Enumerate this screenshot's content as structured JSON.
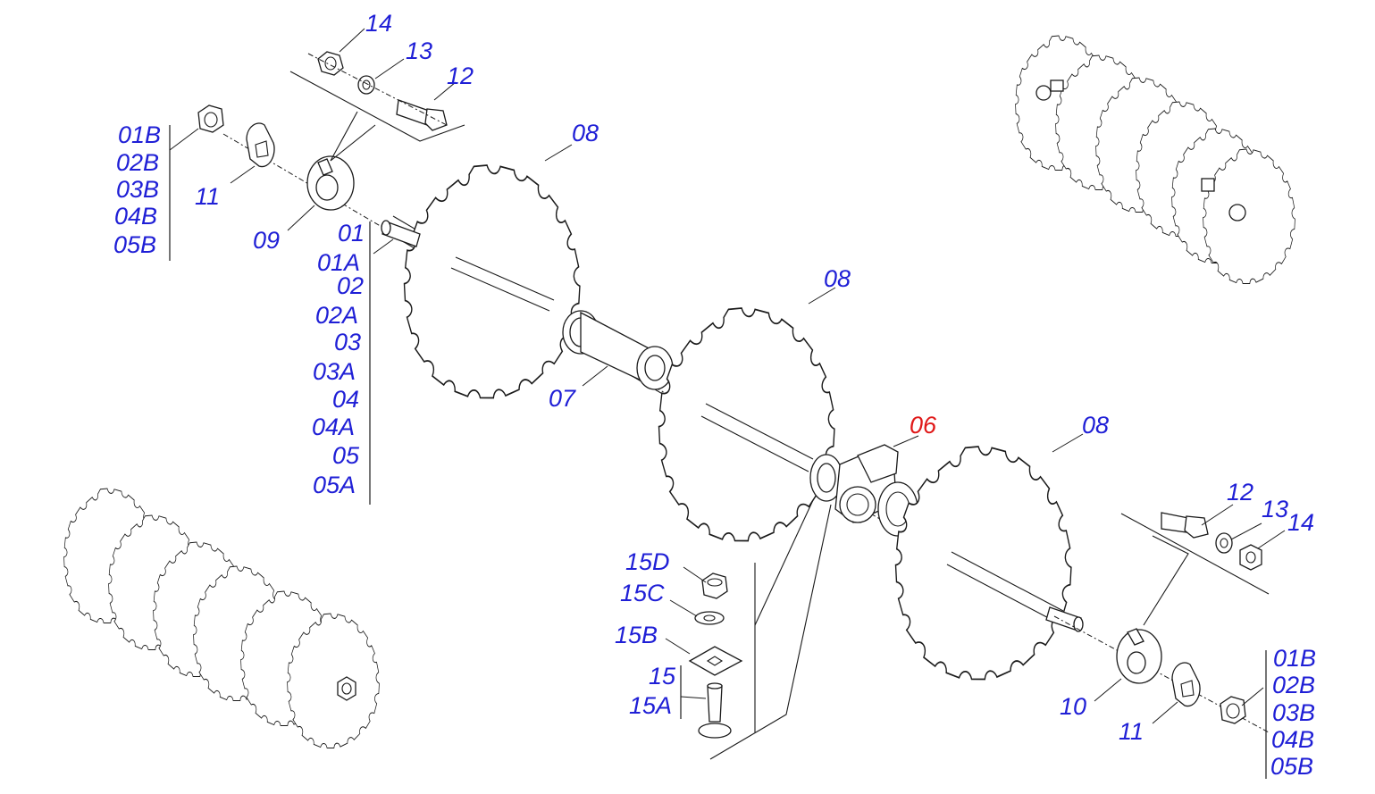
{
  "labels": {
    "top_hardware": {
      "nut": "14",
      "washer": "13",
      "bolt": "12"
    },
    "left_bearing_group": {
      "b_codes": [
        "01B",
        "02B",
        "03B",
        "04B",
        "05B"
      ],
      "plate": "11",
      "bearing_housing": "09"
    },
    "shaft_codes": [
      "01",
      "01A",
      "02",
      "02A",
      "03",
      "03A",
      "04",
      "04A",
      "05",
      "05A"
    ],
    "disc_left": "08",
    "disc_middle": "08",
    "disc_right": "08",
    "spacer": "07",
    "bearing_assembly": "06",
    "fastener_stack": {
      "nut": "15D",
      "washer": "15C",
      "square_washer": "15B",
      "bolt": "15",
      "bolt_alt": "15A"
    },
    "right_hardware": {
      "bolt": "12",
      "washer": "13",
      "nut": "14"
    },
    "right_bearing_group": {
      "bearing_housing": "10",
      "plate": "11",
      "b_codes": [
        "01B",
        "02B",
        "03B",
        "04B",
        "05B"
      ]
    }
  },
  "colors": {
    "label": "#1f1fd6",
    "highlight": "#e01818",
    "line": "#1a1a1a"
  }
}
